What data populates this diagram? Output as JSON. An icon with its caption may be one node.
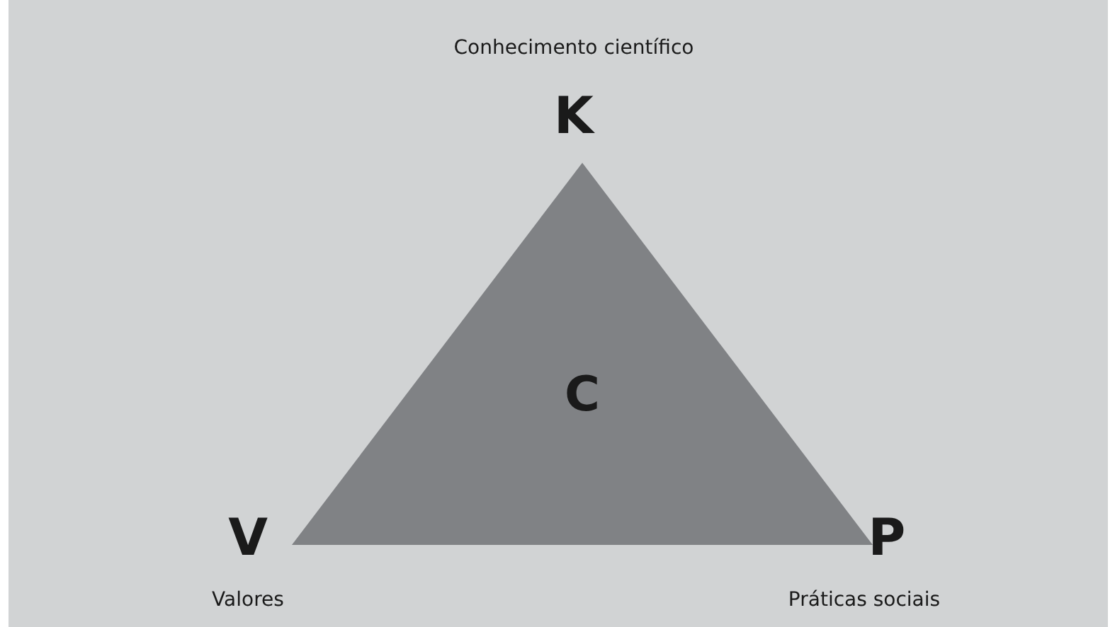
{
  "diagram": {
    "nodes": [
      {
        "text": [
          "C"
        ]
      }
    ],
    "labels": [
      "Conhecimento científico",
      "K",
      "V",
      "P",
      "Valores",
      "Práticas sociais"
    ]
  }
}
